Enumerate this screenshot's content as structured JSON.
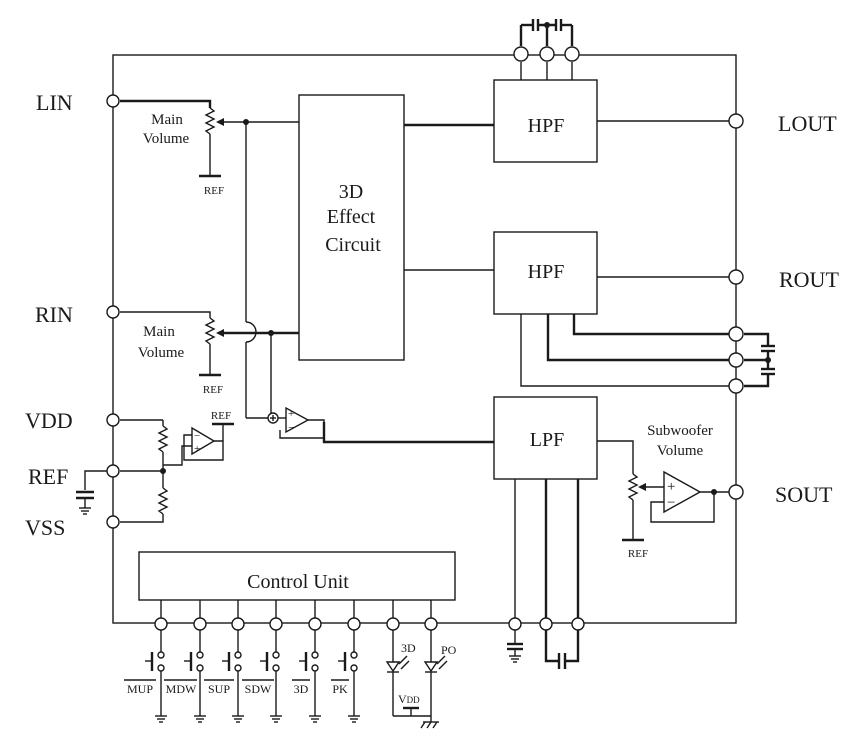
{
  "pins": {
    "lin": "LIN",
    "rin": "RIN",
    "vdd": "VDD",
    "ref": "REF",
    "vss": "VSS",
    "lout": "LOUT",
    "rout": "ROUT",
    "sout": "SOUT"
  },
  "blocks": {
    "effect": [
      "3D",
      "Effect",
      "Circuit"
    ],
    "hpf_left": "HPF",
    "hpf_right": "HPF",
    "lpf": "LPF",
    "control": "Control Unit"
  },
  "labels": {
    "main_volume_left": [
      "Main",
      "Volume"
    ],
    "main_volume_right": [
      "Main",
      "Volume"
    ],
    "subwoofer_volume": [
      "Subwoofer",
      "Volume"
    ],
    "ref_left": "REF",
    "ref_right": "REF",
    "ref_buffer": "REF",
    "ref_sub": "REF"
  },
  "buttons": [
    "MUP",
    "MDW",
    "SUP",
    "SDW",
    "3D",
    "PK"
  ],
  "leds": {
    "led_3d": "3D",
    "led_po": "PO",
    "vdd_main": "V",
    "vdd_sub": "DD"
  }
}
